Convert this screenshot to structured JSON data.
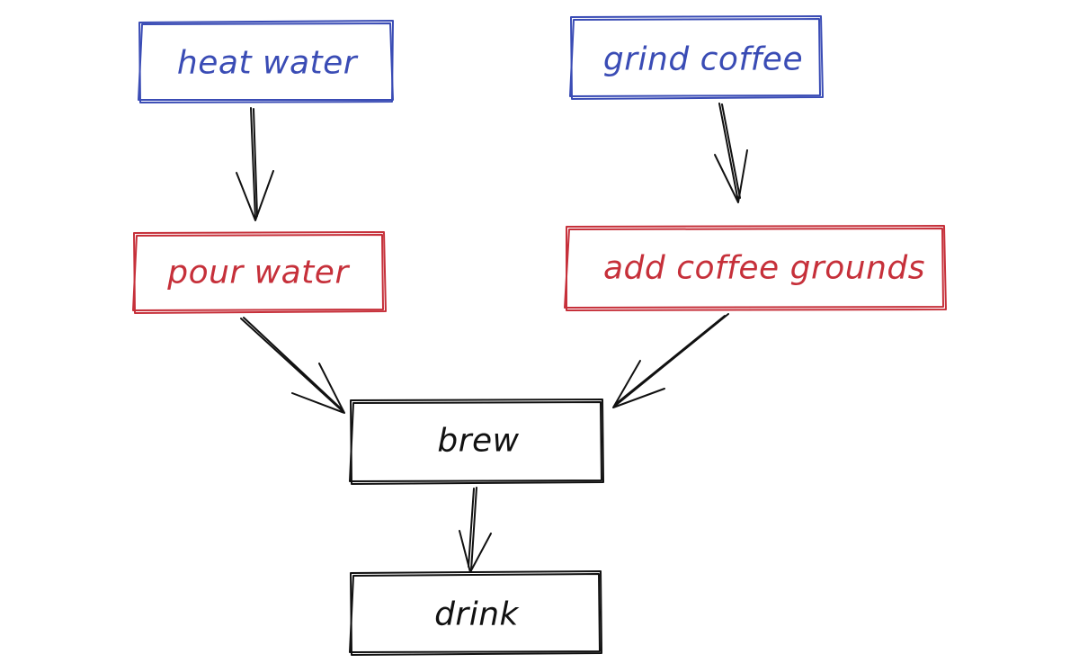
{
  "diagram": {
    "nodes": {
      "heat_water": "heat water",
      "grind_coffee": "grind coffee",
      "pour_water": "pour water",
      "add_coffee_grounds": "add coffee grounds",
      "brew": "brew",
      "drink": "drink"
    },
    "colors": {
      "blue": "#3a4cb5",
      "red": "#c6303a",
      "black": "#111111"
    }
  }
}
